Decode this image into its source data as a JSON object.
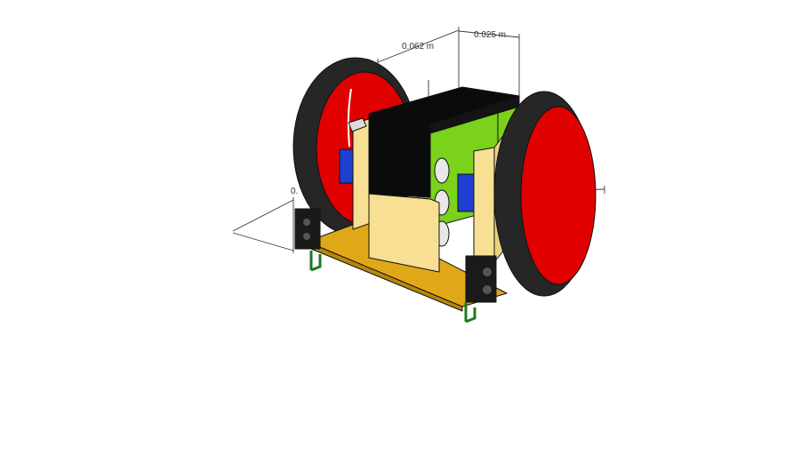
{
  "dimensions": {
    "depth": "0.062 m",
    "height": "0.025 m",
    "left_partial": "0.",
    "right_wheel_hidden": "",
    "left_wheel_hidden": ""
  },
  "colors": {
    "tire": "#2a2a2a",
    "hub": "#e00000",
    "battery_case": "#0b0b0b",
    "battery_holder": "#7ad21a",
    "cell": "#e8e8e8",
    "bracket": "#f7df93",
    "base_plate": "#e0a818",
    "motor": "#1f3fd0",
    "pcb": "#1d7a1d",
    "sensor": "#1a1a1a"
  },
  "components": [
    "left-wheel",
    "right-wheel",
    "battery-pack",
    "battery-holder",
    "motor-bracket-left",
    "motor-bracket-right",
    "front-panel",
    "base-plate",
    "ir-sensor-left",
    "ir-sensor-right"
  ]
}
